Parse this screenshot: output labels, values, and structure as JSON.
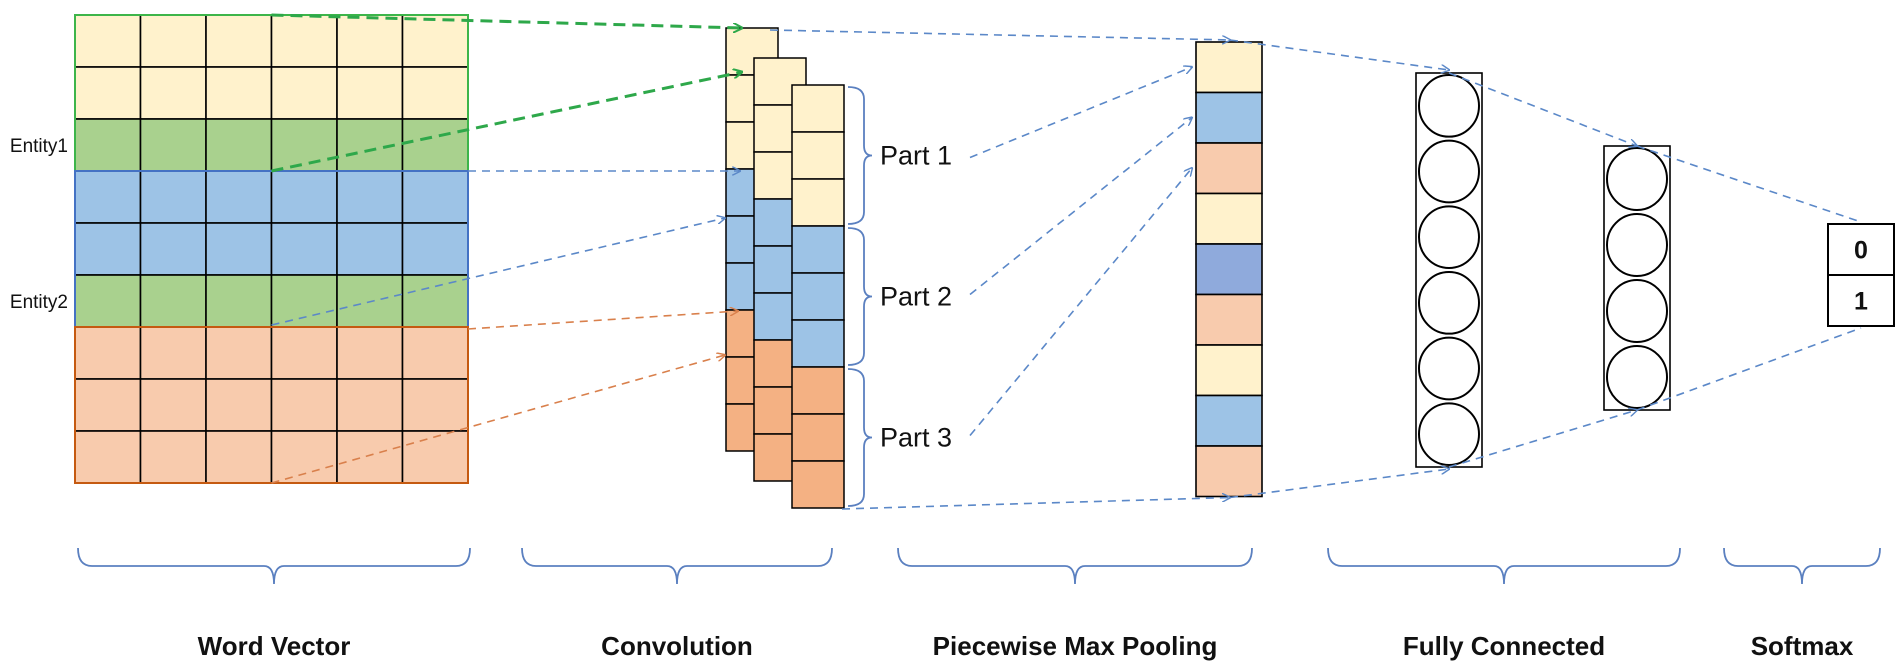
{
  "colors": {
    "yellow": "#FFF2CC",
    "green": "#A9D18E",
    "blue": "#9DC3E6",
    "blue_dark": "#8FAADC",
    "salmon": "#F8CBAD",
    "orange": "#F4B183",
    "grid_line": "#000000",
    "arrow_green": "#2EA84A",
    "arrow_blue": "#5B88C8",
    "arrow_orange": "#D9804C",
    "brace": "#5B80C0"
  },
  "word_vector": {
    "rows": [
      "yellow",
      "yellow",
      "green",
      "blue",
      "blue",
      "green",
      "salmon",
      "salmon",
      "salmon"
    ],
    "entity_labels": [
      {
        "text": "Entity1",
        "row": 2
      },
      {
        "text": "Entity2",
        "row": 5
      }
    ]
  },
  "convolution": {
    "front_map_rows": [
      "yellow",
      "yellow",
      "yellow",
      "blue",
      "blue",
      "blue",
      "orange",
      "orange",
      "orange"
    ],
    "parts": [
      {
        "label": "Part 1",
        "rows": [
          0,
          2
        ]
      },
      {
        "label": "Part 2",
        "rows": [
          3,
          5
        ]
      },
      {
        "label": "Part 3",
        "rows": [
          6,
          8
        ]
      }
    ]
  },
  "pooling": {
    "cells": [
      "yellow",
      "blue",
      "salmon",
      "yellow",
      "blue_dark",
      "salmon",
      "yellow",
      "blue",
      "salmon"
    ]
  },
  "fully_connected": {
    "layers": [
      6,
      4
    ]
  },
  "softmax": {
    "outputs": [
      "0",
      "1"
    ]
  },
  "stages": [
    {
      "label": "Word Vector"
    },
    {
      "label": "Convolution"
    },
    {
      "label": "Piecewise Max Pooling"
    },
    {
      "label": "Fully Connected"
    },
    {
      "label": "Softmax"
    }
  ]
}
